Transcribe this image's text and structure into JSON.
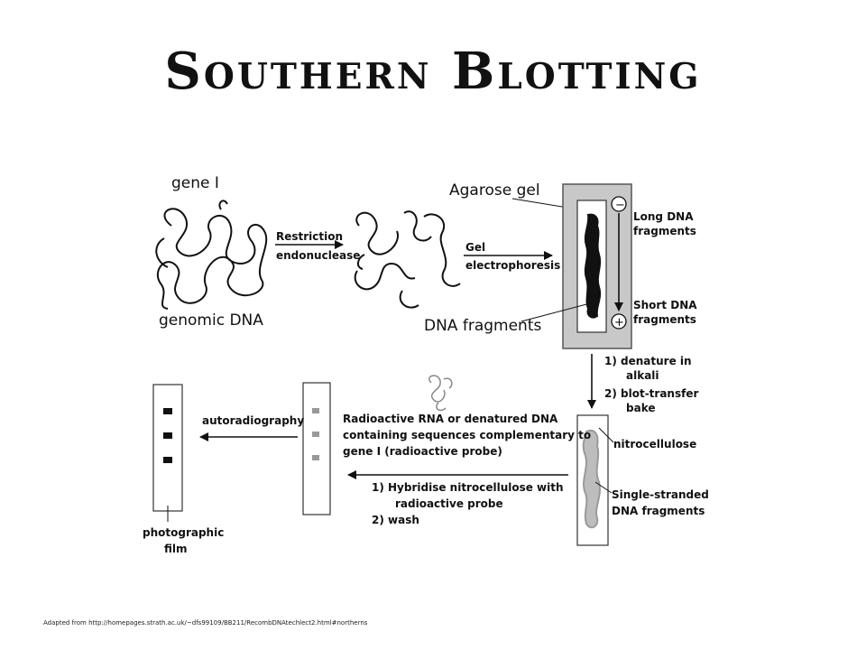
{
  "title": "Southern Blotting",
  "labels": {
    "gene": "gene I",
    "genomic_dna": "genomic DNA",
    "restriction_1": "Restriction",
    "restriction_2": "endonuclease",
    "gel_1": "Gel",
    "gel_2": "electrophoresis",
    "agarose_gel": "Agarose gel",
    "dna_fragments": "DNA fragments",
    "minus": "−",
    "plus": "+",
    "long_dna_1": "Long DNA",
    "long_dna_2": "fragments",
    "short_dna_1": "Short DNA",
    "short_dna_2": "fragments",
    "step1a_1": "1) denature in",
    "step1a_2": "alkali",
    "step1b_1": "2) blot-transfer",
    "step1b_2": "bake",
    "nitrocellulose": "nitrocellulose",
    "single_1": "Single-stranded",
    "single_2": "DNA fragments",
    "hyb_1": "1) Hybridise nitrocellulose with",
    "hyb_2": "radioactive probe",
    "hyb_3": "2) wash",
    "probe_1": "Radioactive RNA or denatured DNA",
    "probe_2": "containing sequences complementary to",
    "probe_3": "gene I (radioactive probe)",
    "autoradiography": "autoradiography",
    "film_1": "photographic",
    "film_2": "film"
  },
  "credit": "Adapted from http://homepages.strath.ac.uk/~dfs99109/BB211/RecombDNAtechlect2.html#northerns"
}
